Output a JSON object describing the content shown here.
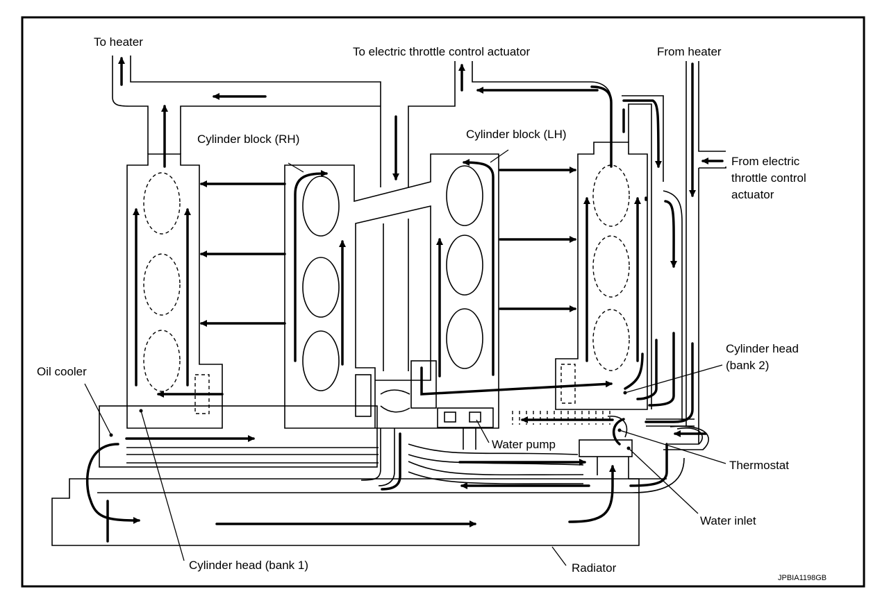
{
  "labels": {
    "to_heater": "To heater",
    "to_etc_actuator": "To electric throttle control actuator",
    "from_heater": "From heater",
    "from_etc_line1": "From electric",
    "from_etc_line2": "throttle control",
    "from_etc_line3": "actuator",
    "cyl_block_rh": "Cylinder block (RH)",
    "cyl_block_lh": "Cylinder block (LH)",
    "oil_cooler": "Oil cooler",
    "cyl_head_bank2_line1": "Cylinder head",
    "cyl_head_bank2_line2": "(bank 2)",
    "water_pump": "Water pump",
    "thermostat": "Thermostat",
    "water_inlet": "Water inlet",
    "cyl_head_bank1": "Cylinder head (bank 1)",
    "radiator": "Radiator",
    "figure_code": "JPBIA1198GB"
  }
}
